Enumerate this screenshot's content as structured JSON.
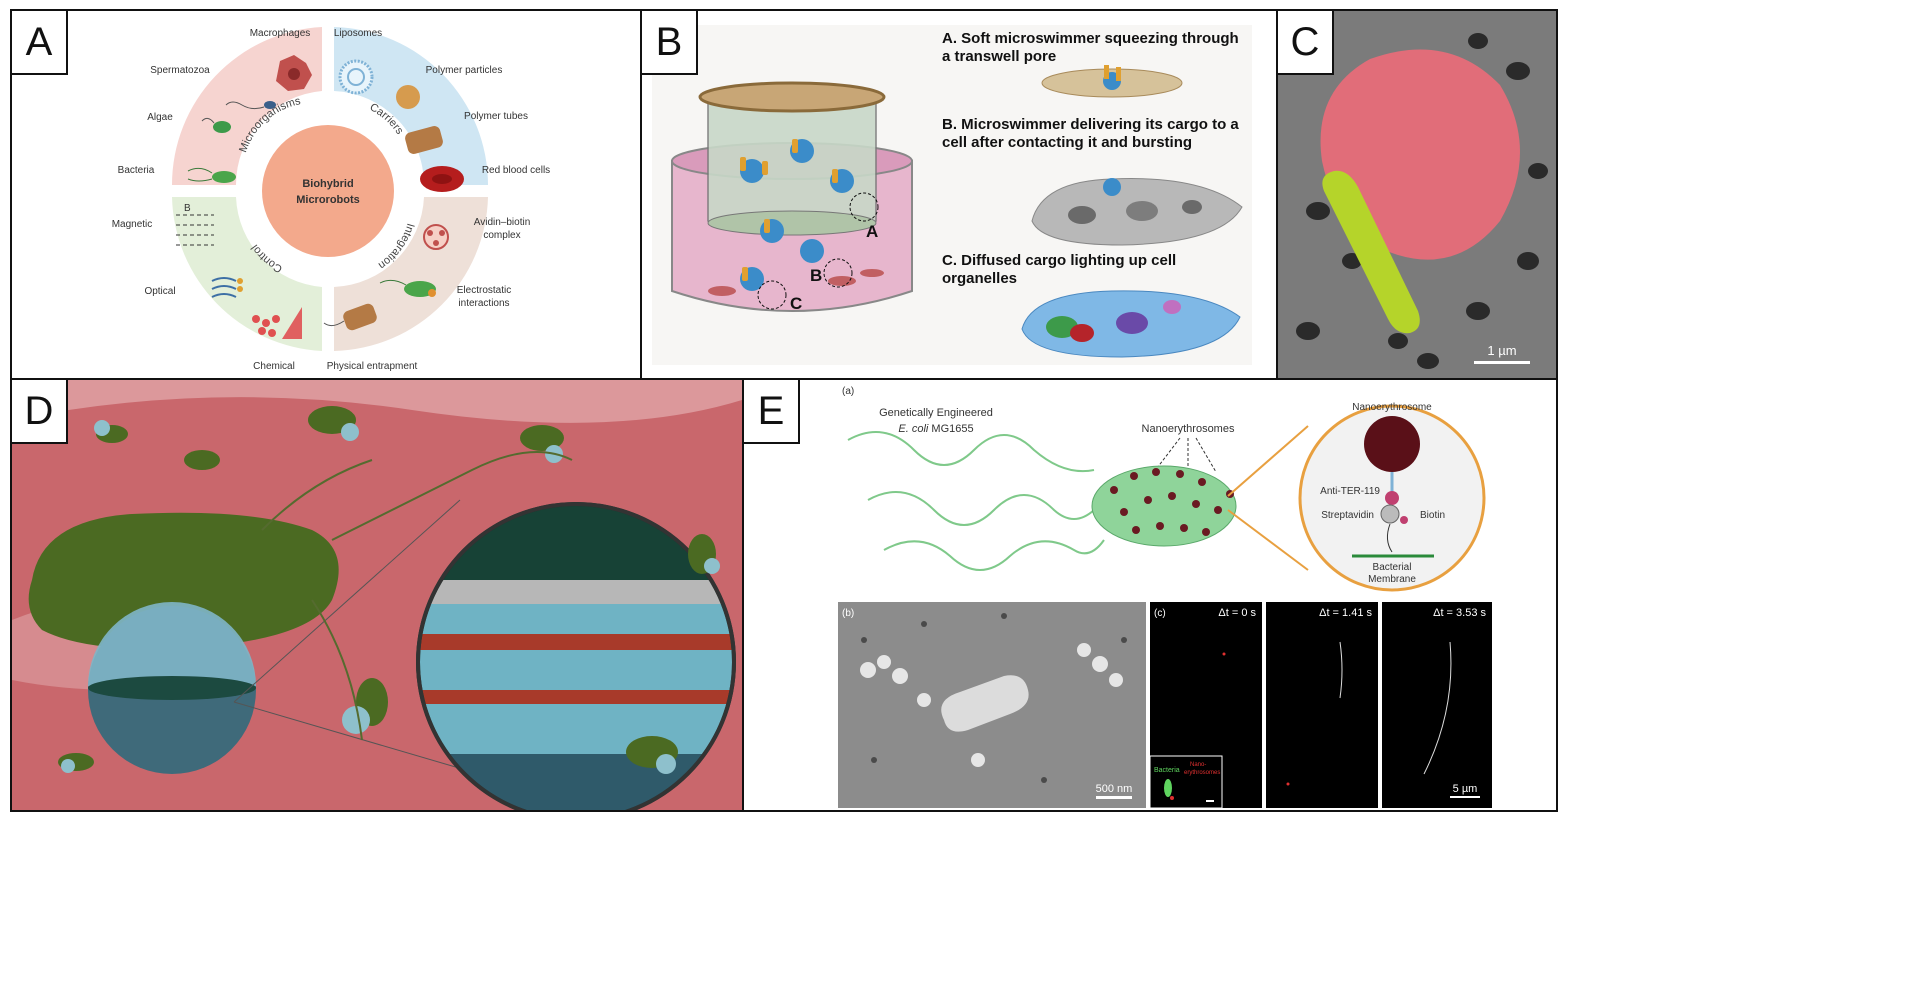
{
  "panels": {
    "A": {
      "label": "A",
      "center": {
        "line1": "Biohybrid",
        "line2": "Microrobots"
      },
      "segments": {
        "microorganisms": "Microorganisms",
        "carriers": "Carriers",
        "integration": "Integration",
        "control": "Control"
      },
      "items": {
        "macrophages": "Macrophages",
        "liposomes": "Liposomes",
        "spermatozoa": "Spermatozoa",
        "polymer_particles": "Polymer particles",
        "algae": "Algae",
        "polymer_tubes": "Polymer tubes",
        "bacteria": "Bacteria",
        "red_blood_cells": "Red blood cells",
        "magnetic": "Magnetic",
        "avidin_line1": "Avidin–biotin",
        "avidin_line2": "complex",
        "optical": "Optical",
        "electro_line1": "Electrostatic",
        "electro_line2": "interactions",
        "chemical": "Chemical",
        "physical": "Physical entrapment",
        "field_b": "B"
      }
    },
    "B": {
      "label": "B",
      "markers": {
        "a": "A",
        "b": "B",
        "c": "C"
      },
      "steps": {
        "a1": "A. Soft microswimmer squeezing through",
        "a2": "a transwell pore",
        "b1": "B. Microswimmer delivering its cargo to a",
        "b2": "cell after contacting it and bursting",
        "c1": "C. Diffused cargo lighting up cell",
        "c2": "organelles"
      }
    },
    "C": {
      "label": "C",
      "scale": "1 µm"
    },
    "D": {
      "label": "D"
    },
    "E": {
      "label": "E",
      "sub_a": "(a)",
      "ecoli_line1": "Genetically Engineered",
      "ecoli_italic": "E. coli",
      "ecoli_strain": " MG1655",
      "nanoerythrosomes": "Nanoerythrosomes",
      "nanoerythrosome": "Nanoerythrosome",
      "anti_ter": "Anti-TER-119",
      "streptavidin": "Streptavidin",
      "biotin": "Biotin",
      "membrane_line1": "Bacterial",
      "membrane_line2": "Membrane",
      "sub_b": "(b)",
      "scale_b": "500 nm",
      "sub_c": "(c)",
      "dt0": "Δt = 0 s",
      "dt1": "Δt = 1.41 s",
      "dt2": "Δt = 3.53 s",
      "scale_c": "5 µm",
      "inset_bacteria": "Bacteria",
      "inset_nano1": "Nano-",
      "inset_nano2": "erythrosomes"
    }
  },
  "colors": {
    "microorganisms": "#f6d4d0",
    "carriers": "#cfe6f3",
    "integration": "#eee0d8",
    "control": "#e3efd9",
    "center": "#f3a98c",
    "rbc_tissue": "#c9676c",
    "bacterium_green": "#5a7a2a"
  }
}
